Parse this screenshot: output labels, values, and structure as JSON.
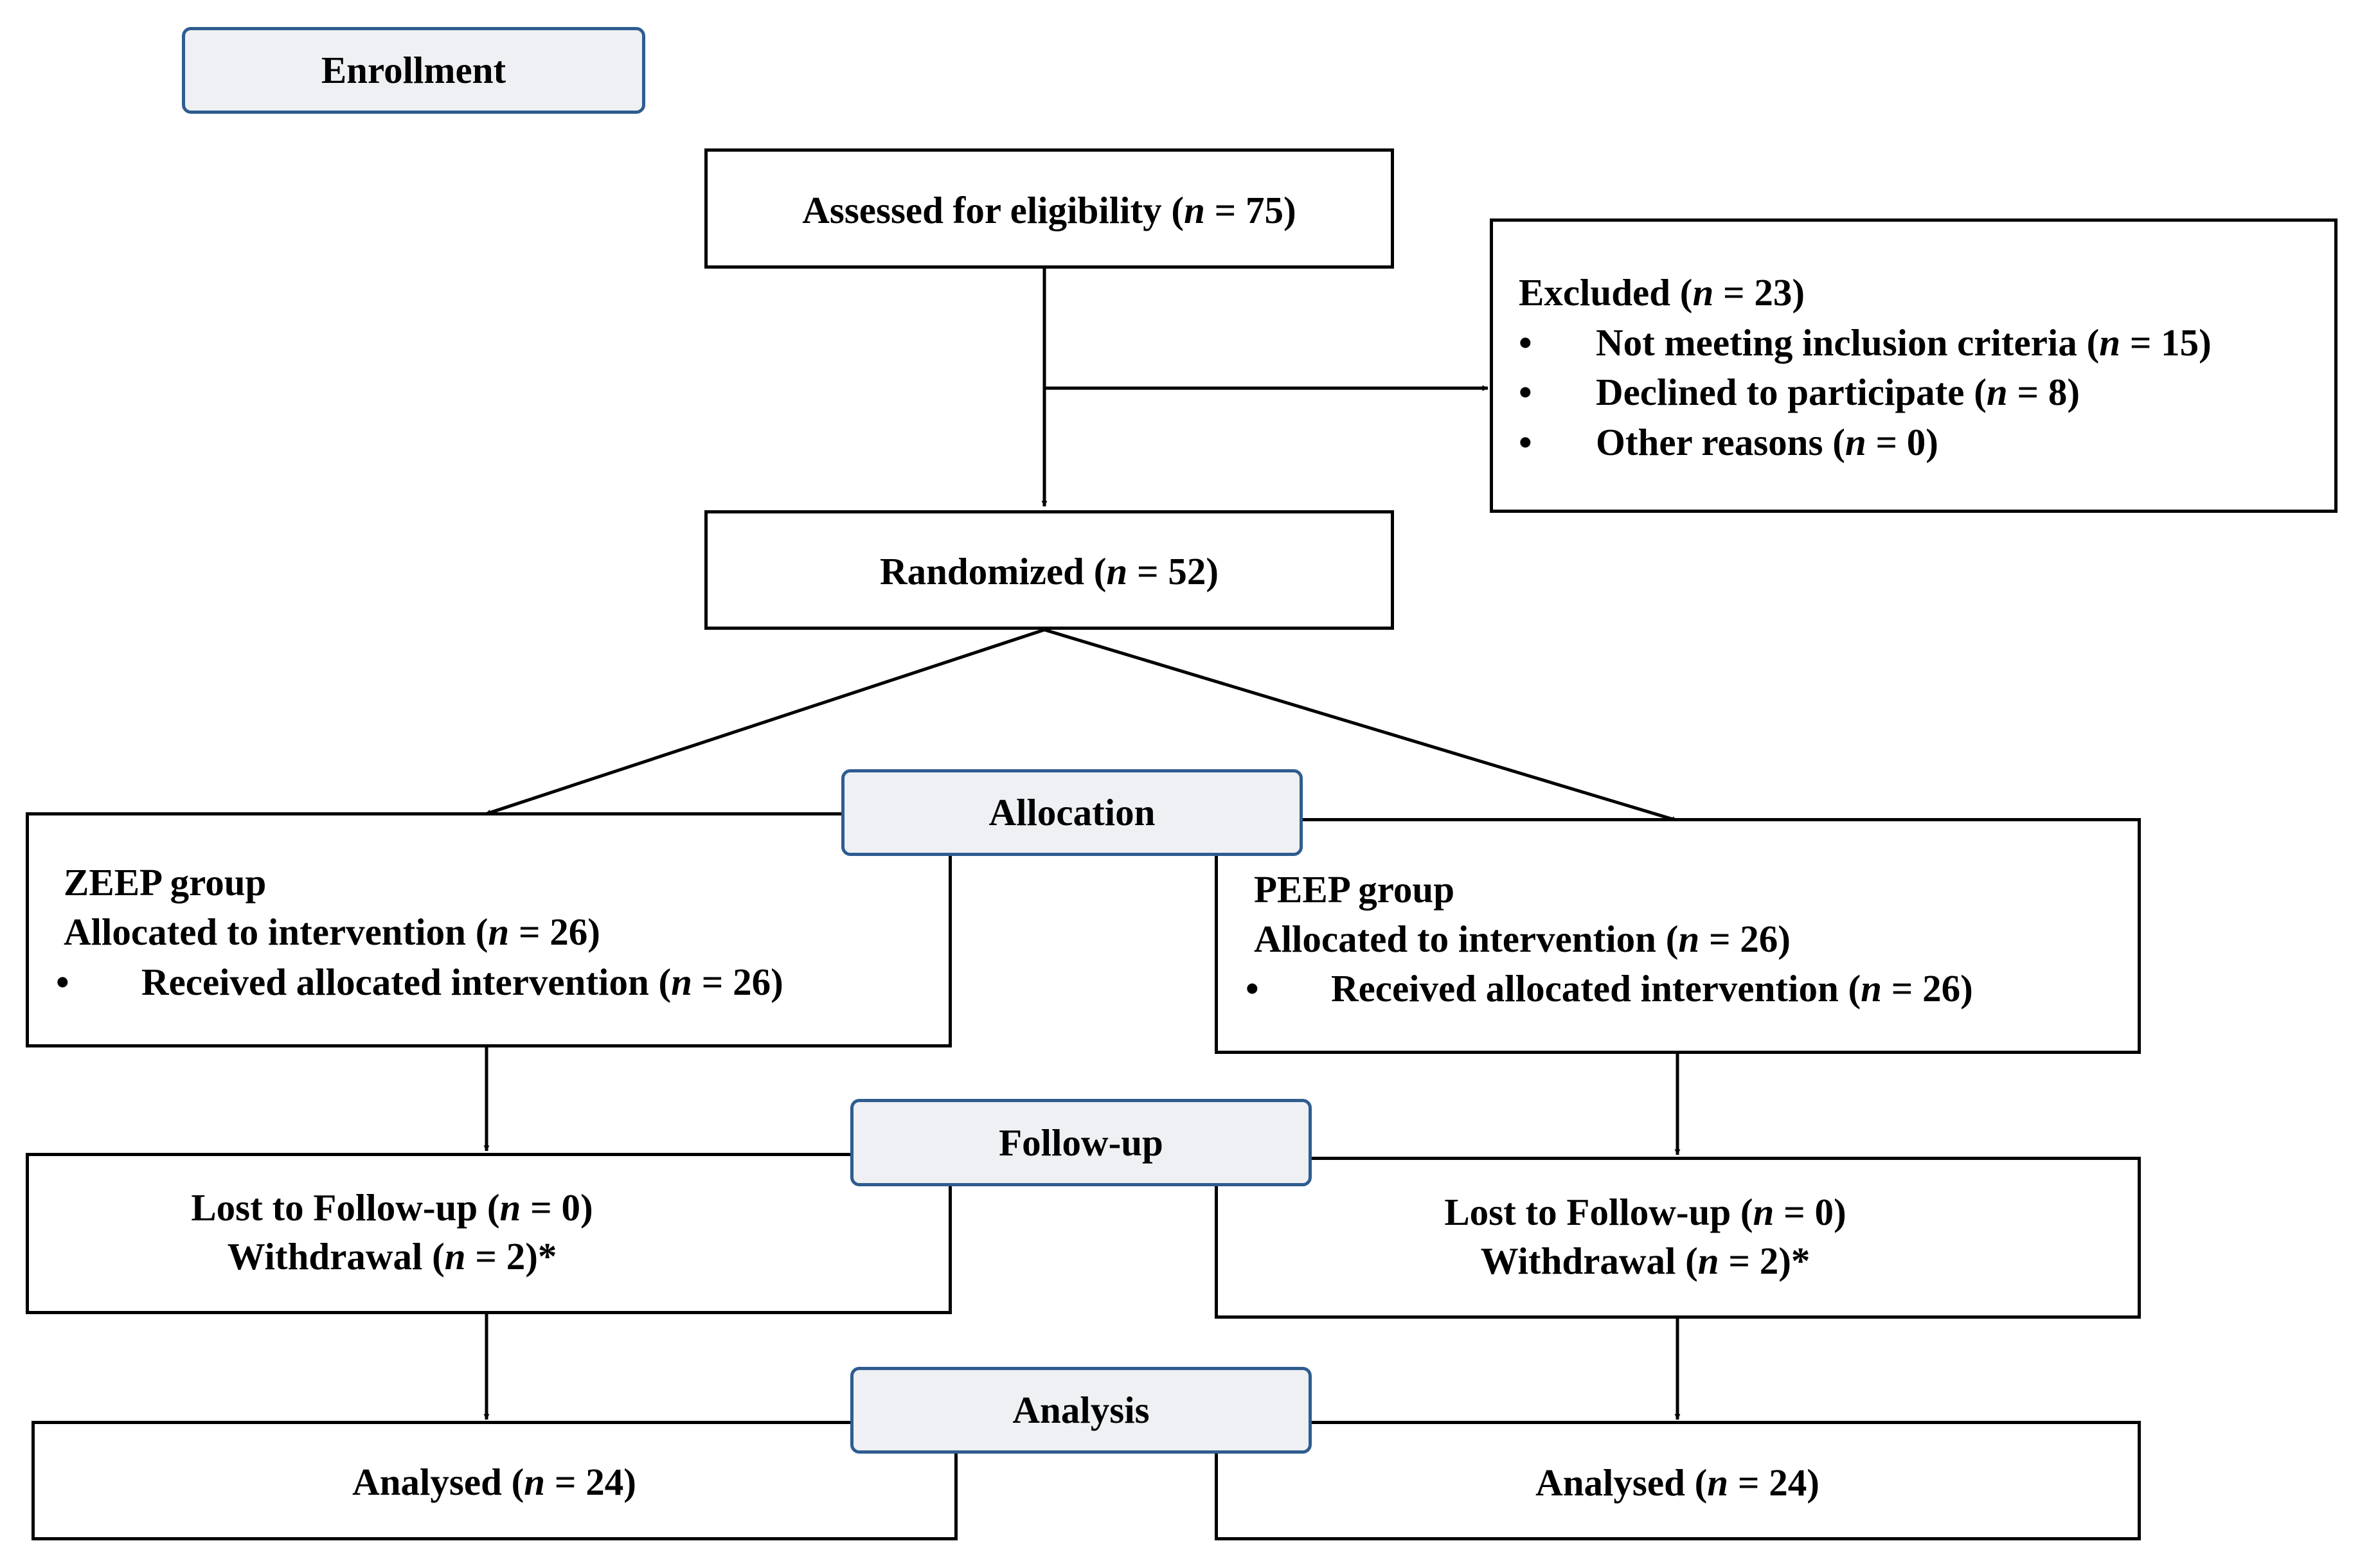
{
  "stages": {
    "enrollment": "Enrollment",
    "allocation": "Allocation",
    "follow_up": "Follow-up",
    "analysis": "Analysis"
  },
  "assessed": {
    "pre": "Assessed for eligibility (",
    "n": "n",
    "post": " = 75)"
  },
  "excluded": {
    "title": {
      "pre": "Excluded (",
      "n": "n",
      "post": " = 23)"
    },
    "bullet": "•",
    "items": [
      {
        "pre": "Not meeting inclusion criteria (",
        "n": "n",
        "post": " = 15)"
      },
      {
        "pre": "Declined to participate (",
        "n": "n",
        "post": " = 8)"
      },
      {
        "pre": "Other reasons (",
        "n": "n",
        "post": " = 0)"
      }
    ]
  },
  "randomized": {
    "pre": "Randomized (",
    "n": "n",
    "post": " = 52)"
  },
  "zeep": {
    "group": "ZEEP group",
    "allocated": {
      "pre": "Allocated to intervention (",
      "n": "n",
      "post": " = 26)"
    },
    "bullet": "•",
    "received": {
      "pre": "Received allocated intervention (",
      "n": "n",
      "post": " = 26)"
    },
    "lost": {
      "pre": "Lost to Follow-up (",
      "n": "n",
      "post": " = 0)"
    },
    "withdrawal": {
      "pre": "Withdrawal (",
      "n": "n",
      "post": " = 2)*"
    },
    "analysed": {
      "pre": "Analysed (",
      "n": "n",
      "post": " = 24)"
    }
  },
  "peep": {
    "group": "PEEP group",
    "allocated": {
      "pre": "Allocated to intervention (",
      "n": "n",
      "post": " = 26)"
    },
    "bullet": "•",
    "received": {
      "pre": "Received allocated intervention (",
      "n": "n",
      "post": " = 26)"
    },
    "lost": {
      "pre": "Lost to Follow-up (",
      "n": "n",
      "post": " = 0)"
    },
    "withdrawal": {
      "pre": "Withdrawal (",
      "n": "n",
      "post": " = 2)*"
    },
    "analysed": {
      "pre": "Analysed (",
      "n": "n",
      "post": " = 24)"
    }
  }
}
